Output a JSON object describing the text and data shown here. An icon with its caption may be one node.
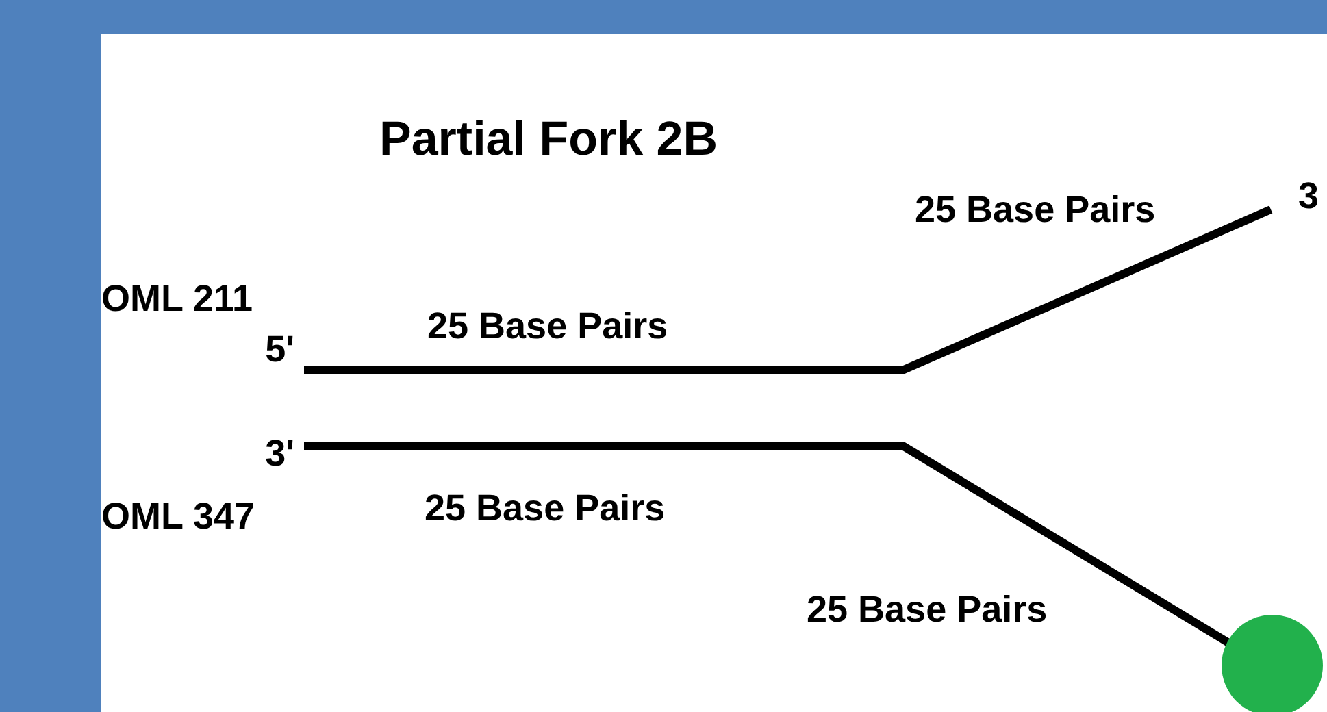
{
  "diagram": {
    "title": "Partial Fork 2B",
    "nodes": [
      {
        "text": [],
        "shape": "circle"
      }
    ],
    "labels": [
      "25 Base Pairs",
      "3",
      "OML 211",
      "25 Base Pairs",
      "5'",
      "3'",
      "OML 347",
      "25 Base Pairs",
      "25 Base Pairs"
    ]
  }
}
